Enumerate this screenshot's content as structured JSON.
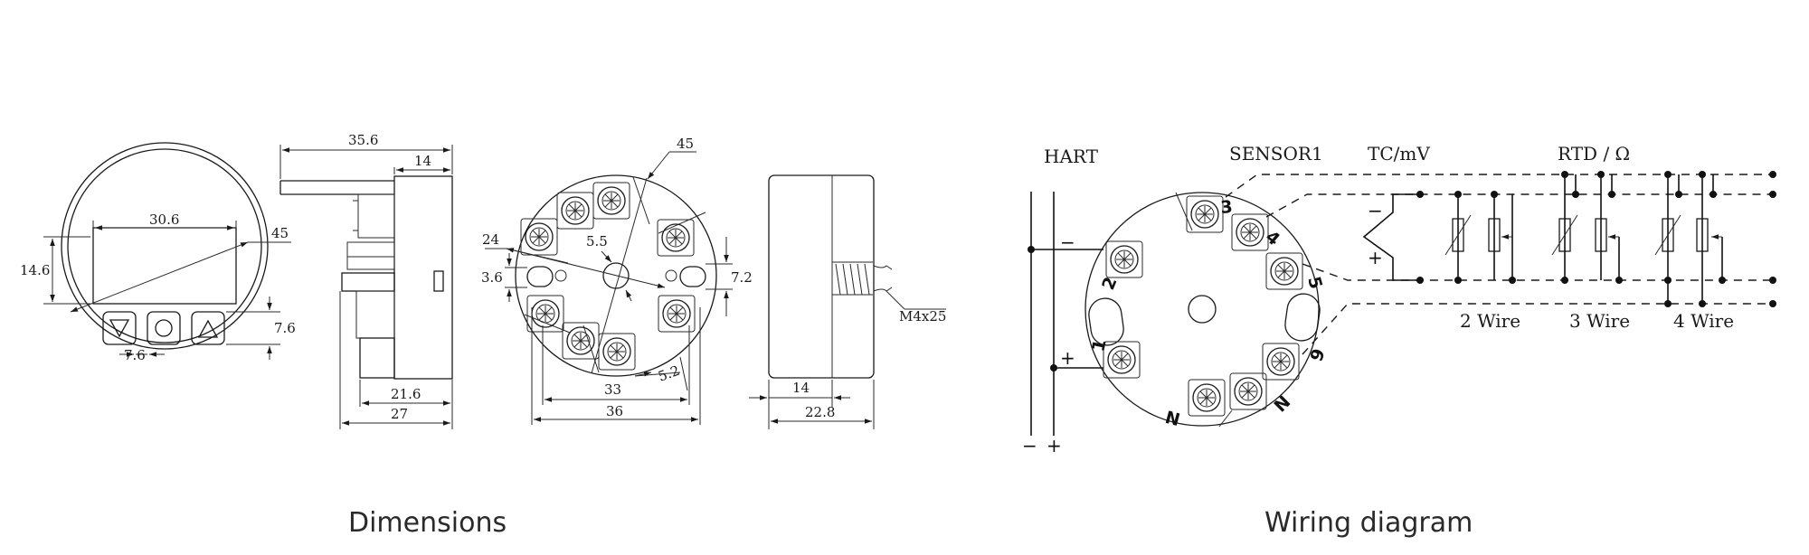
{
  "dimensions": {
    "caption": "Dimensions",
    "front": {
      "width": "30.6",
      "diameter": "45",
      "height": "14.6",
      "button_spacing": "7.6",
      "button_offset": "7.6"
    },
    "side": {
      "overall": "35.6",
      "top": "14",
      "inner": "21.6",
      "bottom": "27"
    },
    "top": {
      "angle": "45",
      "a": "24",
      "b": "5.5",
      "slot": "3.6",
      "right": "7.2",
      "inner": "33",
      "outer": "36",
      "screw": "5.2"
    },
    "profile": {
      "thread": "M4x25",
      "inner": "14",
      "outer": "22.8"
    }
  },
  "wiring": {
    "caption": "Wiring diagram",
    "hart": "HART",
    "sensor": "SENSOR1",
    "tc": "TC/mV",
    "rtd": "RTD / Ω",
    "wire2": "2 Wire",
    "wire3": "3 Wire",
    "wire4": "4 Wire",
    "terminals": [
      "1",
      "2",
      "3",
      "4",
      "5",
      "6",
      "N",
      "N"
    ],
    "minus": "−",
    "plus": "+",
    "bottom_minus": "−",
    "bottom_plus": "+"
  }
}
